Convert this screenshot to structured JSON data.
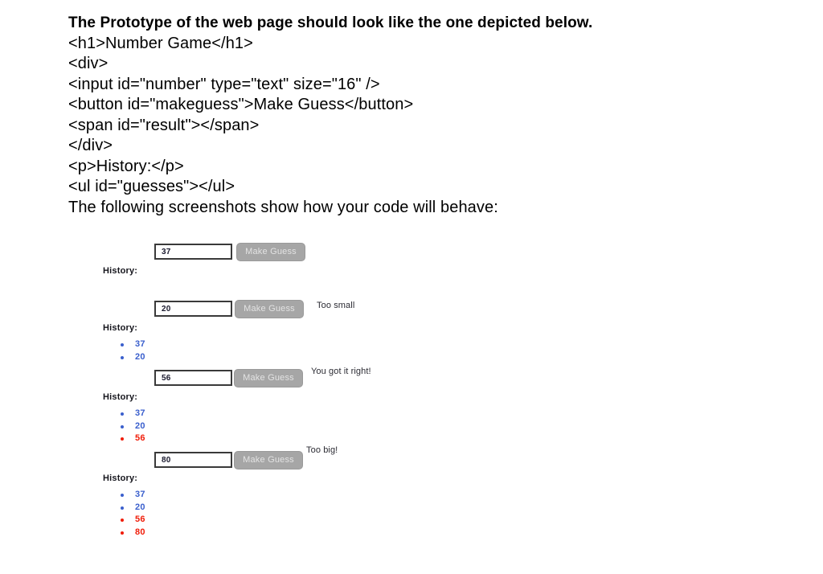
{
  "document": {
    "lines": [
      {
        "text": "The Prototype of the web page should look like the one depicted below.",
        "bold": true
      },
      {
        "text": "<h1>Number Game</h1>",
        "bold": false
      },
      {
        "text": "<div>",
        "bold": false
      },
      {
        "text": "<input id=\"number\" type=\"text\" size=\"16\" />",
        "bold": false
      },
      {
        "text": "<button id=\"makeguess\">Make Guess</button>",
        "bold": false
      },
      {
        "text": "<span id=\"result\"></span>",
        "bold": false
      },
      {
        "text": "</div>",
        "bold": false
      },
      {
        "text": "<p>History:</p>",
        "bold": false
      },
      {
        "text": "<ul id=\"guesses\"></ul>",
        "bold": false
      },
      {
        "text": "The following screenshots show how your code will behave:",
        "bold": false
      }
    ]
  },
  "colors": {
    "guess_blue": "#3a5fcd",
    "guess_red": "#f01c08",
    "button_fill": "#a6a6a6",
    "button_text": "#e3e3e3",
    "input_border": "#3a3a3a",
    "page_background": "#ffffff"
  },
  "common": {
    "button_label": "Make Guess",
    "history_label": "History:",
    "input_placeholder": ""
  },
  "mockups": [
    {
      "id": "step-1",
      "input_value": "37",
      "button_label": "Make Guess",
      "result_text": "",
      "history_label": "History:",
      "guesses": []
    },
    {
      "id": "step-2",
      "input_value": "20",
      "button_label": "Make Guess",
      "result_text": "Too small",
      "history_label": "History:",
      "guesses": [
        {
          "value": "37",
          "color": "blue"
        },
        {
          "value": "20",
          "color": "blue"
        }
      ]
    },
    {
      "id": "step-3",
      "input_value": "56",
      "button_label": "Make Guess",
      "result_text": "You got it right!",
      "history_label": "History:",
      "guesses": [
        {
          "value": "37",
          "color": "blue"
        },
        {
          "value": "20",
          "color": "blue"
        },
        {
          "value": "56",
          "color": "red"
        }
      ]
    },
    {
      "id": "step-4",
      "input_value": "80",
      "button_label": "Make Guess",
      "result_text": "Too big!",
      "history_label": "History:",
      "guesses": [
        {
          "value": "37",
          "color": "blue"
        },
        {
          "value": "20",
          "color": "blue"
        },
        {
          "value": "56",
          "color": "red"
        },
        {
          "value": "80",
          "color": "red"
        }
      ]
    }
  ]
}
